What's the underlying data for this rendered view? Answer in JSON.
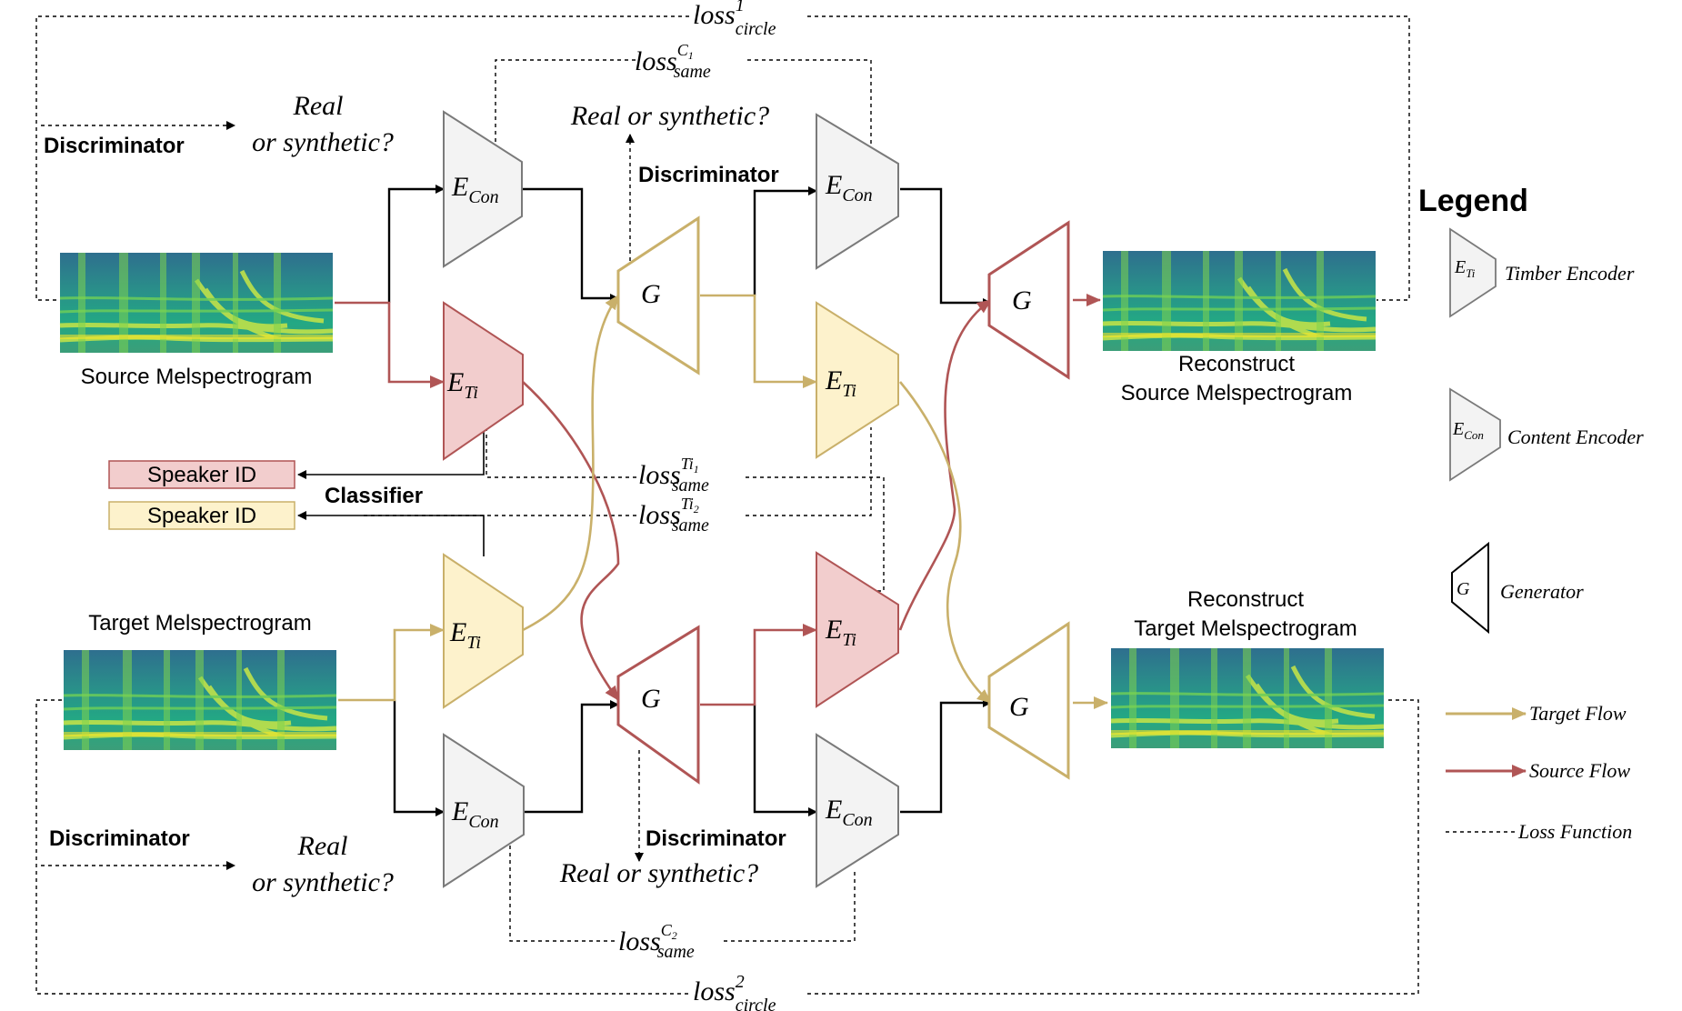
{
  "colors": {
    "target_flow": "#c9b06a",
    "source_flow": "#b05555",
    "black": "#000000",
    "encoder_gray": "#f3f3f3",
    "encoder_red": "#f2cdcd",
    "encoder_yellow": "#fdf2cc",
    "stroke_gray": "#7a7a7a",
    "speaker_red_fill": "#f2cdcd",
    "speaker_yellow_fill": "#fdf2cc"
  },
  "labels": {
    "source_mel": "Source Melspectrogram",
    "target_mel": "Target Melspectrogram",
    "reconstruct": "Reconstruct",
    "source_mel_out": "Source Melspectrogram",
    "target_mel_out": "Target Melspectrogram",
    "discriminator": "Discriminator",
    "classifier": "Classifier",
    "speaker_id": "Speaker ID",
    "real_line1": "Real",
    "or_synthetic": "or synthetic?",
    "real_or_synthetic": "Real or synthetic?"
  },
  "symbols": {
    "E": "E",
    "con": "Con",
    "ti": "Ti",
    "G": "G"
  },
  "losses": {
    "base": "loss",
    "circle": "circle",
    "same": "same",
    "circle1_sup": "1",
    "circle2_sup": "2",
    "c1_sup": "C",
    "c1_sup_sub": "1",
    "c2_sup": "C",
    "c2_sup_sub": "2",
    "ti1_sup": "Ti",
    "ti1_sup_sub": "1",
    "ti2_sup": "Ti",
    "ti2_sup_sub": "2"
  },
  "legend": {
    "title": "Legend",
    "timber": "Timber Encoder",
    "content": "Content Encoder",
    "generator": "Generator",
    "target_flow": "Target Flow",
    "source_flow": "Source Flow",
    "loss_function": "Loss Function"
  }
}
